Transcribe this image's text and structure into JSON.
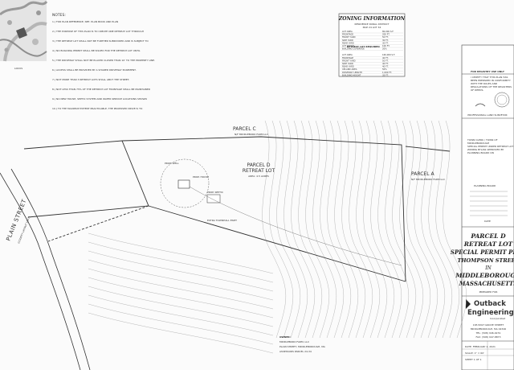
{
  "sheet": {
    "notes_heading": "NOTES:",
    "notes": [
      "1.) FOR PLAN REFERENCE, SEE: PLAN BOOK AND PLAN",
      "2.) THE PURPOSE OF THIS PLAN IS TO CREATE ONE RETREAT LOT THROUGH",
      "3.) THE RETREAT LOT SHALL NOT BE FURTHER SUBDIVIDED AND IS SUBJECT TO",
      "4.) NO BUILDING PERMIT SHALL BE ISSUED FOR THE RETREAT LOT UNTIL",
      "5.) THE DRIVEWAY SHALL NOT BE PLACED CLOSER THAN 10' TO THE PROPERTY LINE.",
      "6.) ACCESS SHALL BE PROVIDED BY A SHARED DRIVEWAY EASEMENT.",
      "7.) NOT MORE THAN 3 RETREAT LOTS SHALL ABUT THE STREET.",
      "8.) NOT LESS THAN 75% OF THE RETREAT LOT FRONTAGE SHALL BE MAINTAINED",
      "9.) NO NEW HOUSE, SEPTIC SYSTEM AND WATER SERVICE LOCATIONS SHOWN",
      "10.) TO THE MAXIMUM EXTENT PRACTICABLE, THE PROPOSED DRIVE IS TO"
    ],
    "zoning": {
      "title": "ZONING INFORMATION",
      "line1": "RESIDENCE RURAL DISTRICT",
      "line2": "MAP 24 LOT 34",
      "retreat_heading": "RETREAT LOT REQUIRED",
      "rows": [
        {
          "label": "LOT AREA",
          "value": "80,000 S.F."
        },
        {
          "label": "FRONTAGE",
          "value": "200 FT."
        },
        {
          "label": "FRONT YARD",
          "value": "50 FT."
        },
        {
          "label": "SIDE YARD",
          "value": "30 FT."
        },
        {
          "label": "REAR YARD",
          "value": "30 FT."
        },
        {
          "label": "LOT WIDTH",
          "value": "100 FT."
        },
        {
          "label": "BUILDING COVERAGE",
          "value": "20%"
        },
        {
          "label": "LOT AREA",
          "value": "160,000 S.F."
        },
        {
          "label": "FRONTAGE",
          "value": "40 FT."
        },
        {
          "label": "FRONT YARD",
          "value": "50 FT."
        },
        {
          "label": "SIDE YARD",
          "value": "40 FT."
        },
        {
          "label": "REAR YARD",
          "value": "40 FT."
        },
        {
          "label": "UPLAND AREA",
          "value": "50%"
        },
        {
          "label": "DRIVEWAY LENGTH",
          "value": "1,000 FT."
        },
        {
          "label": "BUILDING HEIGHT",
          "value": "35 FT."
        }
      ]
    },
    "registry": {
      "label": "FOR REGISTRY USE ONLY"
    },
    "cert_text": "I CERTIFY THAT THIS PLAN HAS BEEN PREPARED IN CONFORMITY WITH THE RULES AND REGULATIONS OF THE REGISTERS OF DEEDS.",
    "surveyor": "PROFESSIONAL LAND SURVEYOR",
    "approval_heading": "TOWN CLERK / TOWN OF MIDDLEBOROUGH",
    "approval_text": "SPECIAL PERMIT UNDER RETREAT LOT ZONING BYLAW APPROVED BY PLANNING BOARD ON",
    "board_heading": "PLANNING BOARD",
    "date_label": "DATE",
    "parcel_c": "PARCEL C",
    "parcel_c_owner": "N/F MIDDLEBORO FARM LLC",
    "parcel_d": "PARCEL D",
    "parcel_d_sub": "RETREAT LOT",
    "parcel_d_area": "AREA: 4.5 ACRES",
    "parcel_a": "PARCEL A",
    "parcel_a_owner": "N/F MIDDLEBORO FARM LLC",
    "street": "PLAIN STREET",
    "street_sub": "(COUNTY LAYOUT 1857)",
    "easement": "EXTRA TOWNHALL ESMT",
    "house_label": "PROP. HOUSE",
    "septic_label": "PROP. SEPTIC",
    "well_label": "PROP. WELL",
    "owner_heading": "OWNER:",
    "owner_name": "MIDDLEBORO FARM, LLC",
    "owner_address": "PLAIN STREET, MIDDLEBOROUGH, MA",
    "owner_parcel": "ASSESSORS PARCEL 24-34",
    "title_block": {
      "line1": "PARCEL D",
      "line2": "RETREAT LOT",
      "line3": "SPECIAL PERMIT PLAN",
      "line4": "THOMPSON STREET",
      "line5": "IN",
      "line6": "MIDDLEBOROUGH",
      "line7": "MASSACHUSETTS",
      "prepared_for": "PREPARED FOR"
    },
    "firm": {
      "name1": "Outback",
      "name2": "Engineering",
      "tag": "Incorporated",
      "addr1": "165 EAST GROVE STREET",
      "addr2": "MIDDLEBOROUGH, MA 02346",
      "phone": "TEL: (508) 946-9231",
      "fax": "FAX: (508) 947-8873"
    },
    "footer": {
      "date": "DATE: FEBRUARY 4, 2021",
      "scale": "SCALE: 1\" = 60'",
      "sheet": "SHEET 1 OF 1"
    }
  }
}
